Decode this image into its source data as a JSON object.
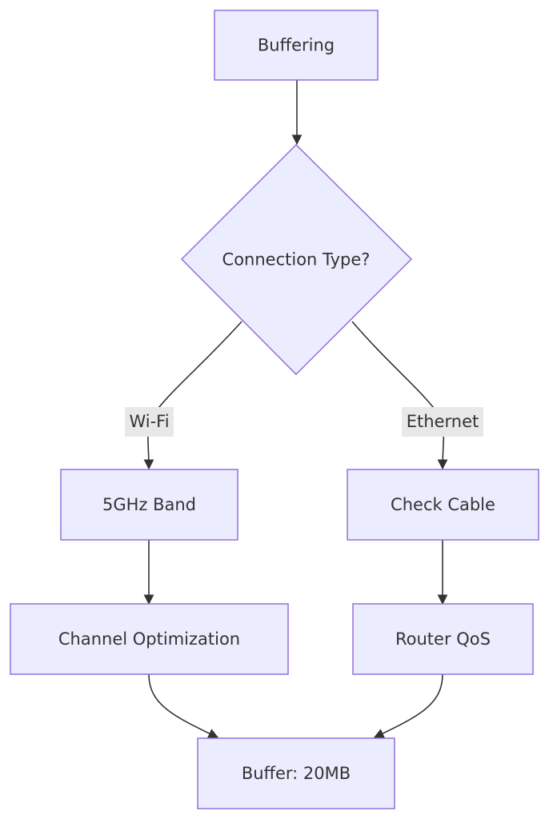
{
  "nodes": {
    "buffering": "Buffering",
    "connection_type": "Connection Type?",
    "band_5ghz": "5GHz Band",
    "check_cable": "Check Cable",
    "channel_optimization": "Channel Optimization",
    "router_qos": "Router QoS",
    "buffer_size": "Buffer: 20MB"
  },
  "edges": {
    "wifi": "Wi-Fi",
    "ethernet": "Ethernet"
  },
  "colors": {
    "node_fill": "#ececff",
    "node_stroke": "#9370db",
    "edge_stroke": "#333333",
    "edge_label_bg": "#e8e8e8"
  }
}
